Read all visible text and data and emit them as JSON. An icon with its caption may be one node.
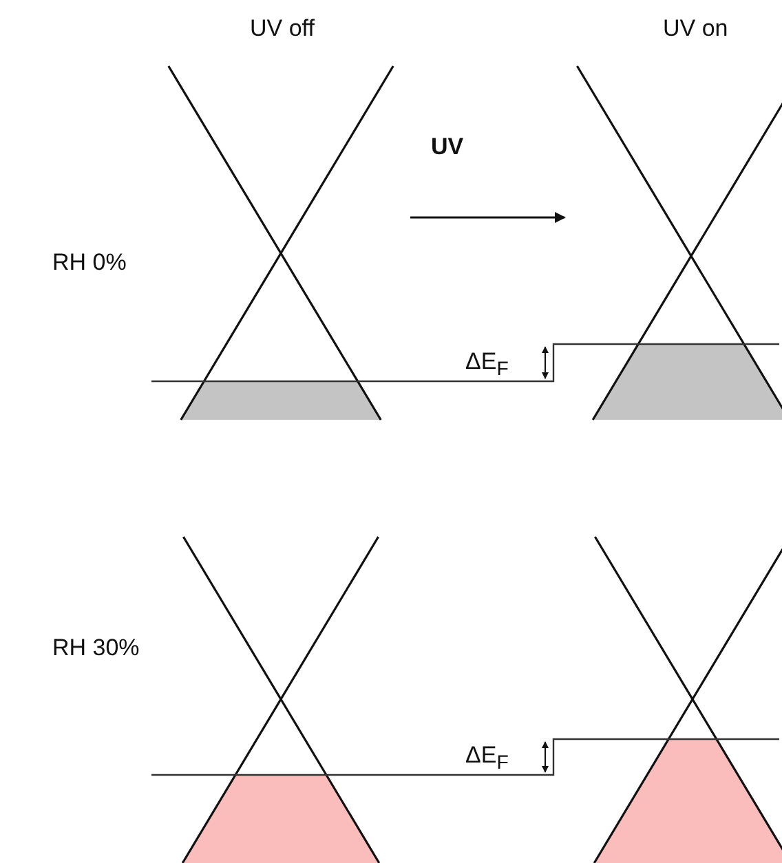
{
  "diagram": {
    "labels": [
      "UV off",
      "UV on",
      "UV",
      "RH 0%",
      "ΔE$_{F}$",
      "RH 30%",
      "ΔE$_{F}$"
    ]
  }
}
